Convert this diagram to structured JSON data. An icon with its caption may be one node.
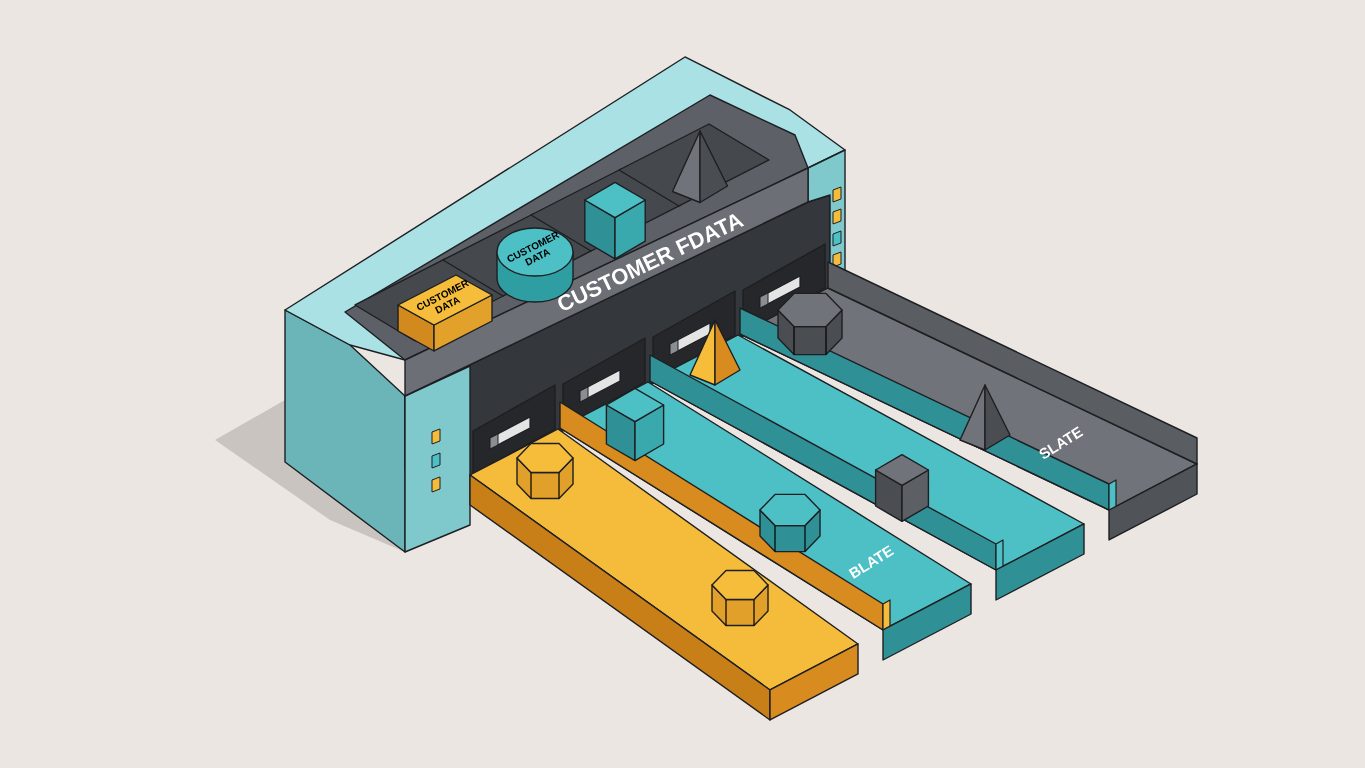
{
  "diagram": {
    "nodes": [
      {
        "text": [
          "CUSTOMER FDATA"
        ]
      },
      {
        "text": [
          "CUSTOMER DATA"
        ],
        "in": 0
      },
      {
        "text": [
          "CUSTOMER DATA"
        ],
        "in": 0
      },
      {
        "text": [],
        "shape": "bar"
      },
      {
        "text": [
          "BLATE"
        ]
      },
      {
        "text": [],
        "shape": "bar"
      },
      {
        "text": [
          "SLATE"
        ]
      }
    ]
  }
}
